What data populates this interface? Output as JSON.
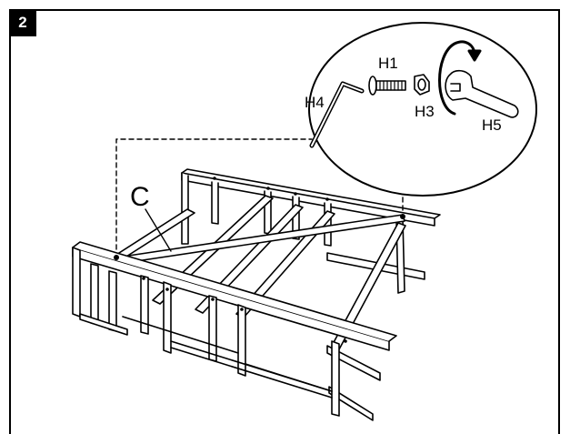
{
  "step": {
    "number": "2"
  },
  "callout": {
    "label": "C"
  },
  "parts": [
    {
      "id": "H1",
      "label": "H1"
    },
    {
      "id": "H3",
      "label": "H3"
    },
    {
      "id": "H4",
      "label": "H4"
    },
    {
      "id": "H5",
      "label": "H5"
    }
  ]
}
